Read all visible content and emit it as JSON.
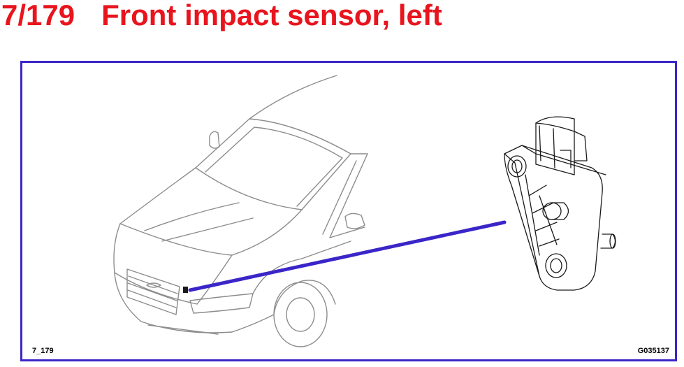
{
  "header": {
    "number": "7/179",
    "title": "Front impact sensor, left"
  },
  "figure": {
    "ref_left": "7_179",
    "ref_right": "G035137",
    "subject_icon": "car-front-left-icon",
    "detail_icon": "impact-sensor-icon"
  },
  "colors": {
    "title": "#e8141e",
    "frame": "#3a26c8",
    "leader": "#3a26c8",
    "drawing": "#8c8c8c"
  }
}
